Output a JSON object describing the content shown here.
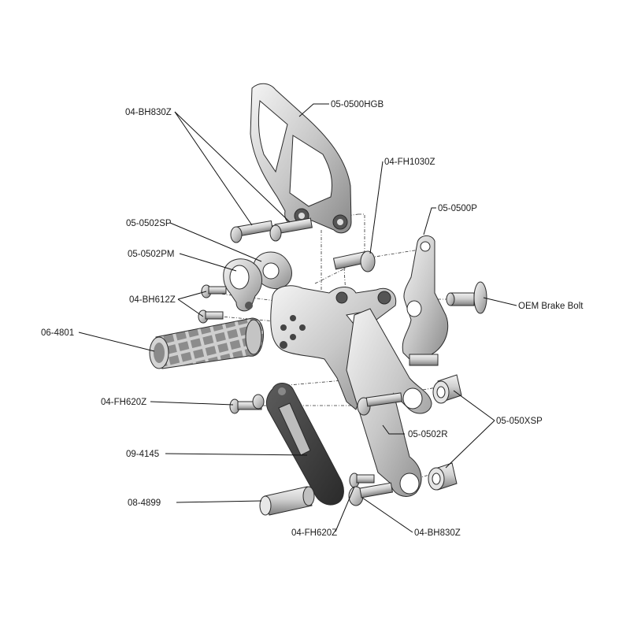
{
  "labels": {
    "bh830z_top": "04-BH830Z",
    "hgb": "05-0500HGB",
    "fh1030z": "04-FH1030Z",
    "sp0502": "05-0502SP",
    "p0500": "05-0500P",
    "pm0502": "05-0502PM",
    "bh612z": "04-BH612Z",
    "oem": "OEM Brake Bolt",
    "grip": "06-4801",
    "fh620z_left": "04-FH620Z",
    "xsp": "05-050XSP",
    "r0502": "05-0502R",
    "lever": "09-4145",
    "spacer": "08-4899",
    "fh620z_bottom": "04-FH620Z",
    "bh830z_bottom": "04-BH830Z"
  },
  "colors": {
    "metal_light": "#e6e6e6",
    "metal_mid": "#b9b9b9",
    "metal_dark": "#6b6b6b",
    "black_part": "#3a3a3a"
  }
}
